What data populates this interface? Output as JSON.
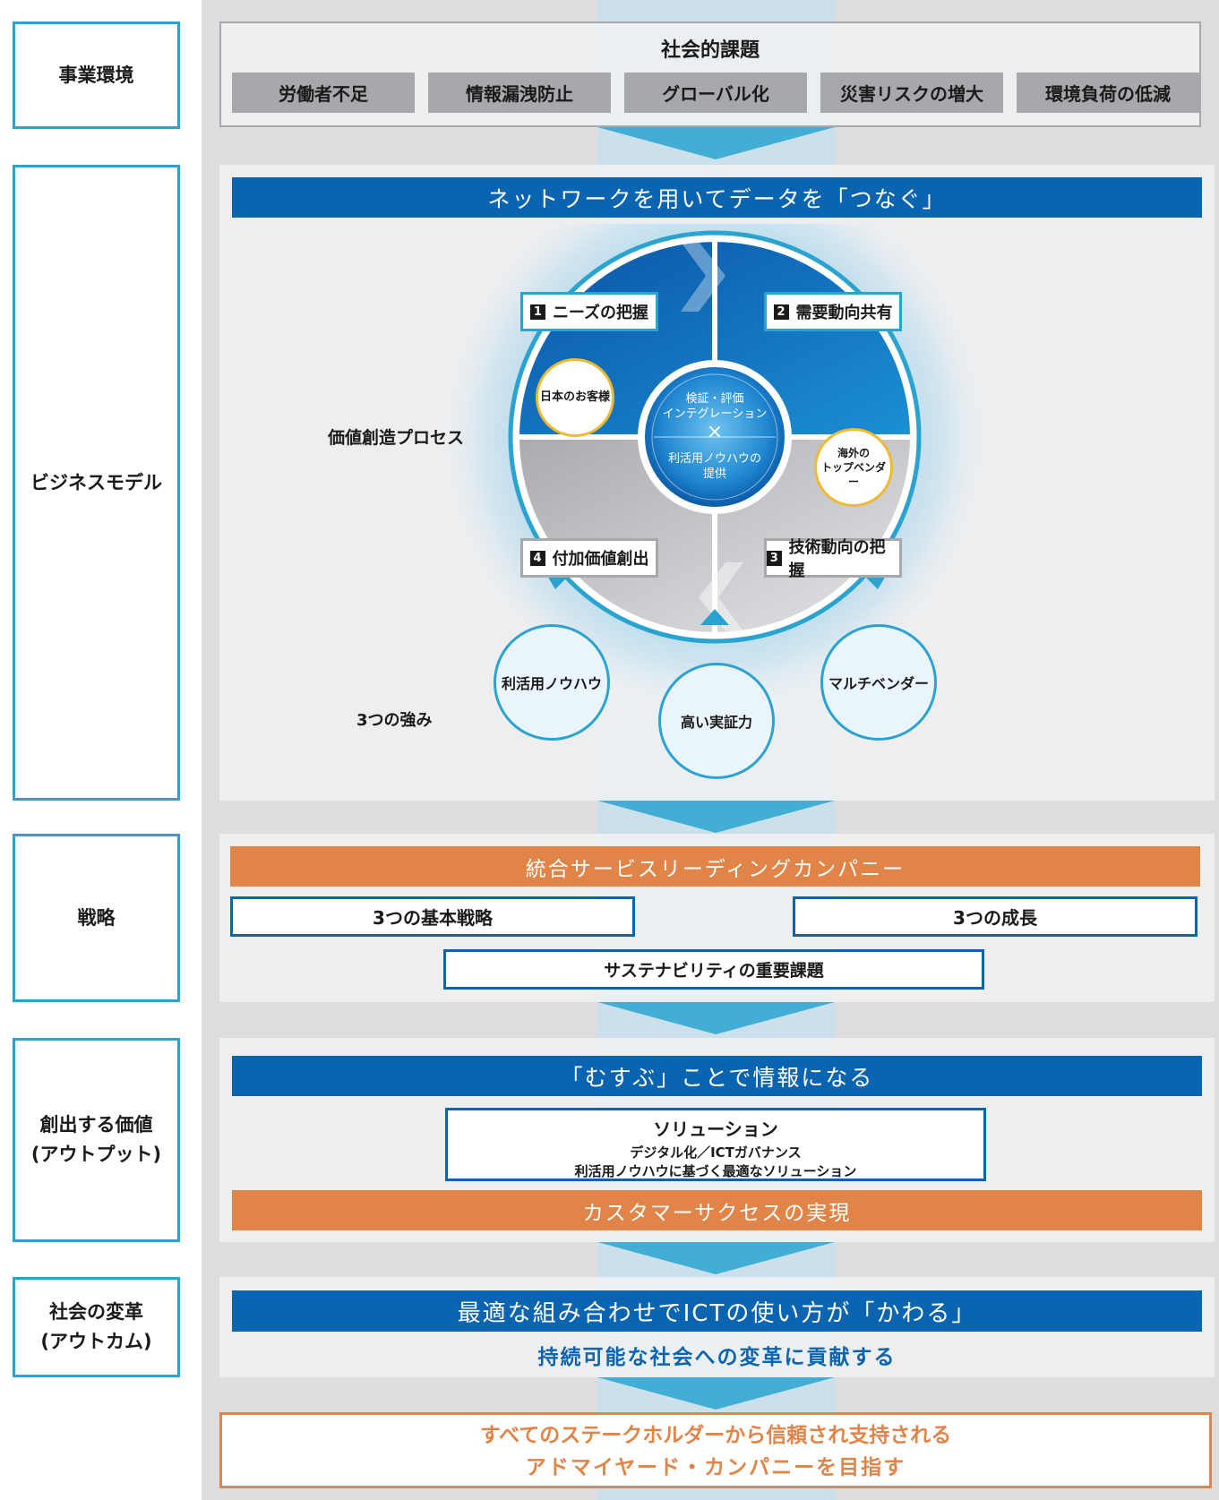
{
  "labels": {
    "environment": "事業環境",
    "business_model": "ビジネスモデル",
    "strategy": "戦略",
    "output": "創出する価値\n(アウトプット)",
    "outcome": "社会の変革\n(アウトカム)"
  },
  "social_issues": {
    "title": "社会的課題",
    "items": [
      "労働者不足",
      "情報漏洩防止",
      "グローバル化",
      "災害リスクの増大",
      "環境負荷の低減"
    ]
  },
  "business_model": {
    "banner": "ネットワークを用いてデータを「つなぐ」",
    "process_label": "価値創造プロセス",
    "strengths_label": "3つの強み",
    "steps": [
      {
        "num": "1",
        "label": "ニーズの把握"
      },
      {
        "num": "2",
        "label": "需要動向共有"
      },
      {
        "num": "3",
        "label": "技術動向の把握"
      },
      {
        "num": "4",
        "label": "付加価値創出"
      }
    ],
    "customer_japan": "日本のお客様",
    "overseas_vendor": "海外の\nトップベンダー",
    "center_top": "検証・評価\nインテグレーション",
    "center_cross": "×",
    "center_bottom": "利活用ノウハウの\n提供",
    "strengths": [
      "利活用ノウハウ",
      "高い実証力",
      "マルチベンダー"
    ]
  },
  "strategy": {
    "banner": "統合サービスリーディングカンパニー",
    "basic": "3つの基本戦略",
    "growth": "3つの成長",
    "sustainability": "サステナビリティの重要課題"
  },
  "output": {
    "banner": "「むすぶ」ことで情報になる",
    "solution_title": "ソリューション",
    "solution_line1": "デジタル化／ICTガバナンス",
    "solution_line2": "利活用ノウハウに基づく最適なソリューション",
    "customer_success": "カスタマーサクセスの実現"
  },
  "outcome": {
    "banner": "最適な組み合わせでICTの使い方が「かわる」",
    "subtitle": "持続可能な社会への変革に貢献する"
  },
  "goal": {
    "line1": "すべてのステークホルダーから信頼され支持される",
    "line2": "アドマイヤード・カンパニーを目指す"
  },
  "colors": {
    "frame_blue": "#2aa3d1",
    "banner_blue": "#0a64b0",
    "banner_orange": "#e08447",
    "badge_yellow": "#f0b932",
    "issue_gray": "#a6a8ab"
  }
}
